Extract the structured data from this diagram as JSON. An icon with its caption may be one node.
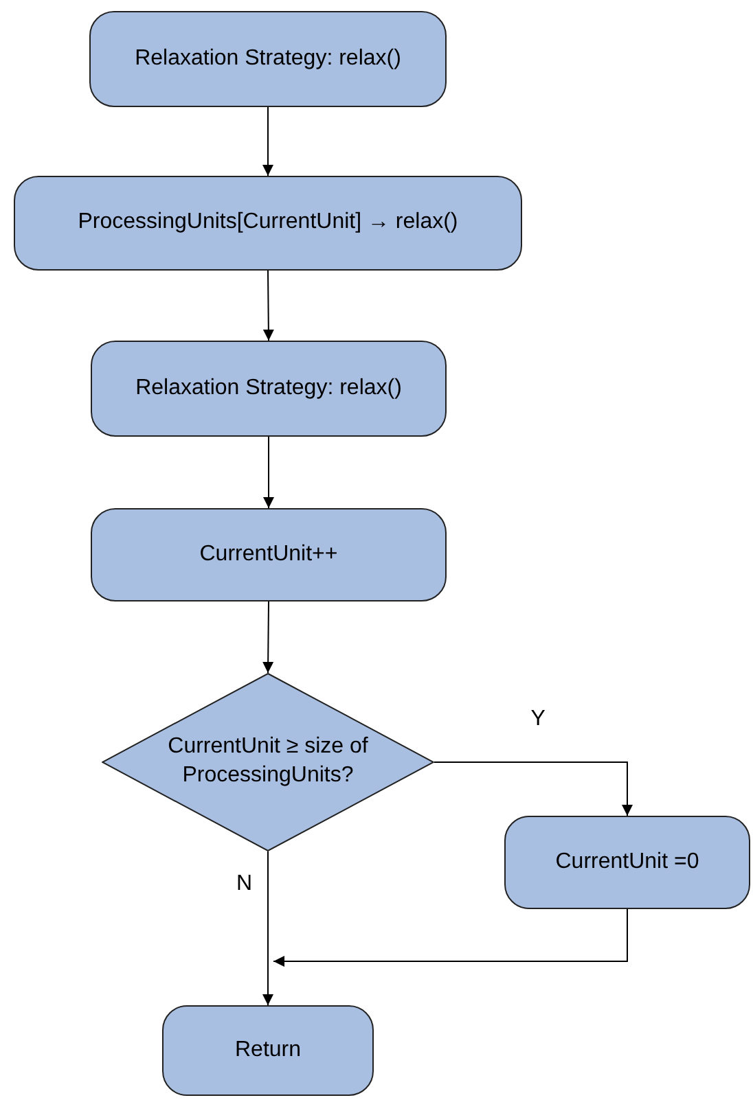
{
  "diagram": {
    "nodes": [
      {
        "text": [
          "Relaxation Strategy:  relax()"
        ]
      },
      {
        "text": [
          "ProcessingUnits[CurrentUnit] → relax()"
        ]
      },
      {
        "text": [
          "Relaxation Strategy:  relax()"
        ]
      },
      {
        "text": [
          "CurrentUnit++"
        ]
      },
      {
        "text": [
          "CurrentUnit ≥ size of ProcessingUnits?"
        ]
      },
      {
        "text": [
          "CurrentUnit =0"
        ]
      },
      {
        "text": [
          "Return"
        ]
      }
    ],
    "edges": [
      {
        "from": 0,
        "to": 1,
        "arrow": "to"
      },
      {
        "from": 1,
        "to": 2,
        "arrow": "to"
      },
      {
        "from": 2,
        "to": 3,
        "arrow": "to"
      },
      {
        "from": 3,
        "to": 4,
        "arrow": "to"
      },
      {
        "from": 4,
        "to": 5,
        "arrow": "to",
        "label": "Y"
      },
      {
        "from": 4,
        "to": 6,
        "arrow": "to",
        "label": "N"
      },
      {
        "from": 5,
        "to": 6,
        "arrow": "to"
      }
    ]
  }
}
